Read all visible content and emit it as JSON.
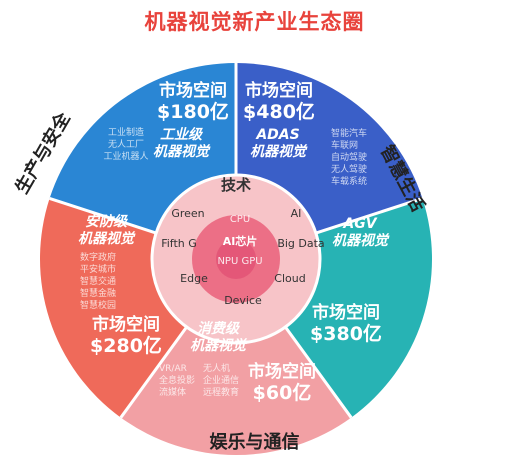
{
  "title": "机器视觉新产业生态圈",
  "outer_labels": {
    "left": "生产与安全",
    "right": "智慧生活",
    "bottom": "娱乐与通信"
  },
  "colors": {
    "title": "#e8433c",
    "industrial": "#2a86d4",
    "adas": "#3a5fc8",
    "agv": "#27b3b4",
    "security": "#ef6a5a",
    "consumer": "#f2a0a4",
    "ring": "#f7c4c8",
    "core": "#ec6f86"
  },
  "segments": {
    "industrial": {
      "market_line1": "市场空间",
      "market_line2": "$180亿",
      "category_line1": "工业级",
      "category_line2": "机器视觉",
      "items": [
        "工业制造",
        "无人工厂",
        "工业机器人"
      ]
    },
    "adas": {
      "market_line1": "市场空间",
      "market_line2": "$480亿",
      "category_line1": "ADAS",
      "category_line2": "机器视觉",
      "items": [
        "智能汽车",
        "车联网",
        "自动驾驶",
        "无人驾驶",
        "车载系统"
      ]
    },
    "agv": {
      "market_line1": "市场空间",
      "market_line2": "$380亿",
      "category_line1": "AGV",
      "category_line2": "机器视觉"
    },
    "consumer": {
      "market_line1": "市场空间",
      "market_line2": "$60亿",
      "category_line1": "消费级",
      "category_line2": "机器视觉",
      "items_a": [
        "VR/AR",
        "全息投影",
        "流媒体"
      ],
      "items_b": [
        "无人机",
        "企业通信",
        "远程教育"
      ]
    },
    "security": {
      "market_line1": "市场空间",
      "market_line2": "$280亿",
      "category_line1": "安防级",
      "category_line2": "机器视觉",
      "items": [
        "数字政府",
        "平安城市",
        "智慧交通",
        "智慧金融",
        "智慧校园"
      ]
    }
  },
  "ring": {
    "heading": "技术",
    "words": [
      "Green",
      "AI",
      "Fifth G",
      "Big Data",
      "Edge",
      "Cloud",
      "Device"
    ]
  },
  "core": {
    "cpu": "CPU",
    "center": "AI芯片",
    "npu_gpu": "NPU  GPU"
  }
}
